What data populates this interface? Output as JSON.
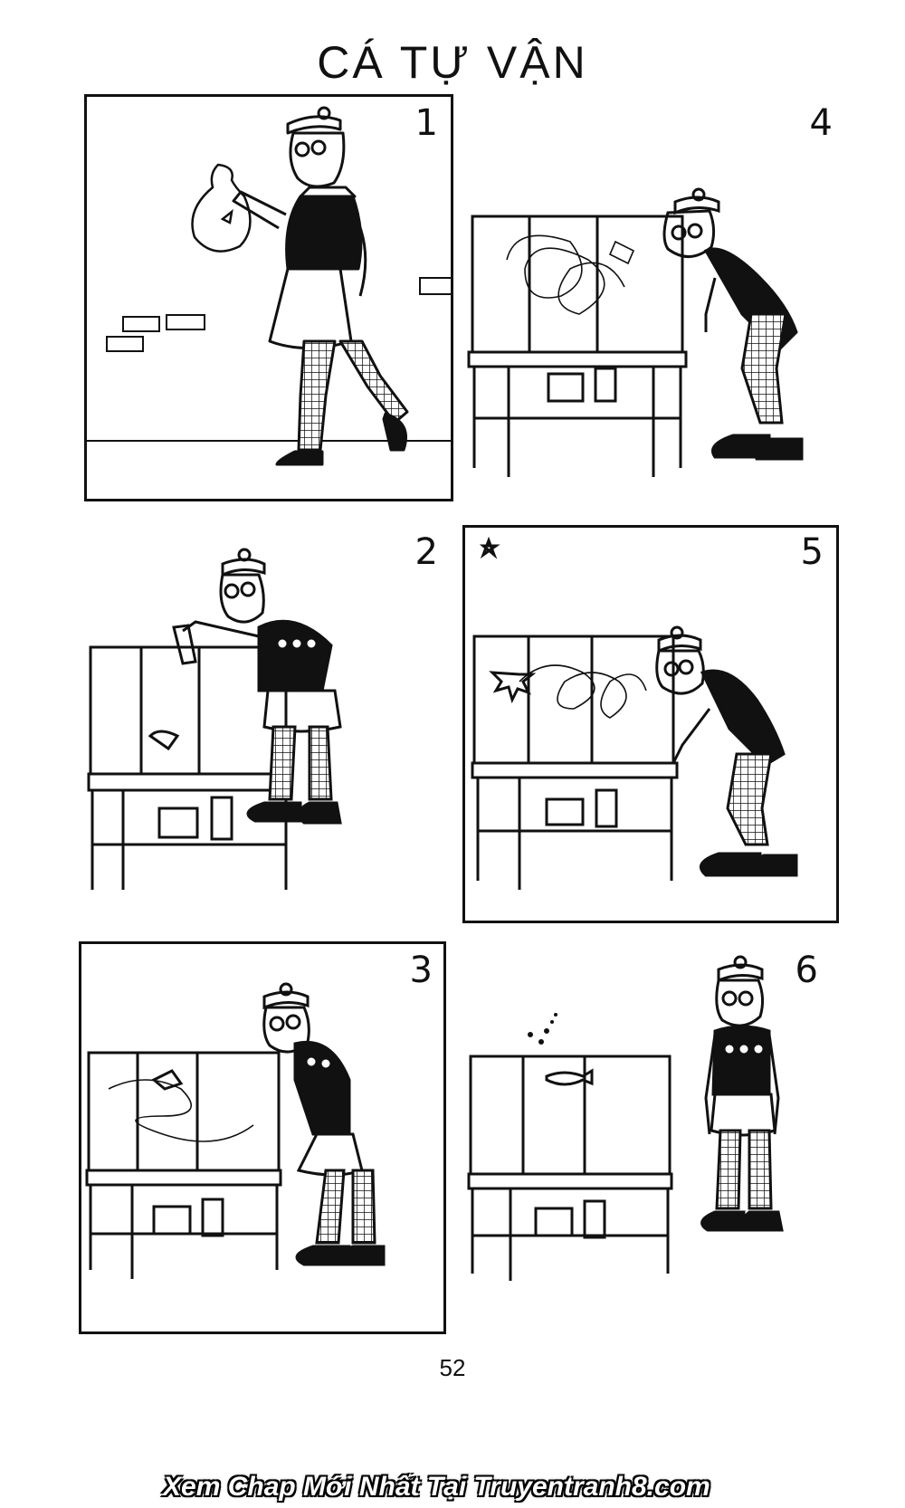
{
  "page": {
    "title": "CÁ TỰ VẬN",
    "page_number": "52",
    "watermark": "Xem Chap Mới Nhất Tại Truyentranh8.com"
  },
  "panels": [
    {
      "number": "1",
      "scene": "man-carrying-fish-bag"
    },
    {
      "number": "4",
      "scene": "fish-swimming-in-circles"
    },
    {
      "number": "2",
      "scene": "man-releasing-fish"
    },
    {
      "number": "5",
      "scene": "fish-crashing-into-glass"
    },
    {
      "number": "3",
      "scene": "man-watching-fish"
    },
    {
      "number": "6",
      "scene": "fish-floating-dead"
    }
  ],
  "colors": {
    "ink": "#111111",
    "paper": "#ffffff"
  }
}
